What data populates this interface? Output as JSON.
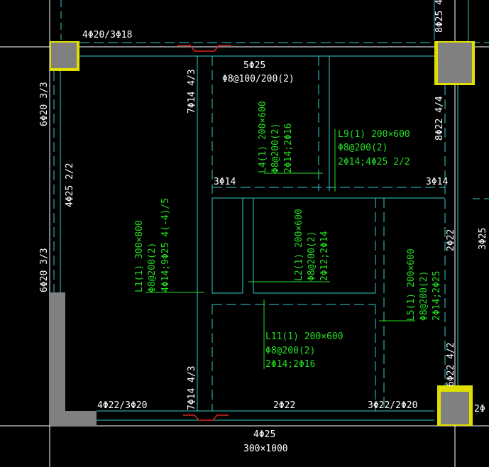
{
  "colors": {
    "background": "#000000",
    "grid_line": "#ffffff",
    "beam_line": "#33cccc",
    "column_fill": "#808080",
    "column_border": "#e0e000",
    "secondary_text": "#22dd22",
    "primary_text": "#ffffff",
    "break_mark": "#dd2222"
  },
  "labels": {
    "top_beam_rebar": "4Φ20/3Φ18",
    "left_top_side": "6Φ20  3/3",
    "left_mid_side": "4Φ25  2/2",
    "left_low_side": "6Φ20  3/3",
    "top_right_clip": "8Φ25  4/",
    "right_beam_side": "8Φ22  4/4",
    "far_right_clip": "3Φ25",
    "beam_top_5phi25": "5Φ25",
    "beam_top_stirrup": "Φ8@100/200(2)",
    "vertical_7phi14_top": "7Φ14  4/3",
    "vertical_7phi14_bottom": "7Φ14  4/3",
    "l4_name": "L4(1) 200×600",
    "l4_stirrup": "Φ8@200(2)",
    "l4_rebar": "2Φ14;2Φ16",
    "l9_name": "L9(1) 200×600",
    "l9_stirrup": "Φ8@200(2)",
    "l9_rebar": "2Φ14;4Φ25  2/2",
    "mid_3phi14_left": "3Φ14",
    "mid_3phi14_right": "3Φ14",
    "l2_name": "L2(1) 200×600",
    "l2_stirrup": "Φ8@200(2)",
    "l2_rebar": "2Φ12;2Φ14",
    "l1_name": "L1(1) 300×800",
    "l1_stirrup": "Φ8@200(2)",
    "l1_rebar": "4Φ14;9Φ25  4(-4)/5",
    "right_2phi22": "2Φ22",
    "l5_name": "L5(1) 200×600",
    "l5_stirrup": "Φ8@200(2)",
    "l5_rebar": "2Φ14;2Φ25",
    "l11_name": "L11(1) 200×600",
    "l11_stirrup": "Φ8@200(2)",
    "l11_rebar": "2Φ14;2Φ16",
    "right_low_side": "6Φ22  4/2",
    "bottom_left_rebar": "4Φ22/3Φ20",
    "bottom_mid_rebar": "2Φ22",
    "bottom_right_rebar": "3Φ22/2Φ20",
    "bottom_beam_rebar": "4Φ25",
    "bottom_beam_size": "300×1000",
    "right_bottom_clip": "2Φ"
  }
}
